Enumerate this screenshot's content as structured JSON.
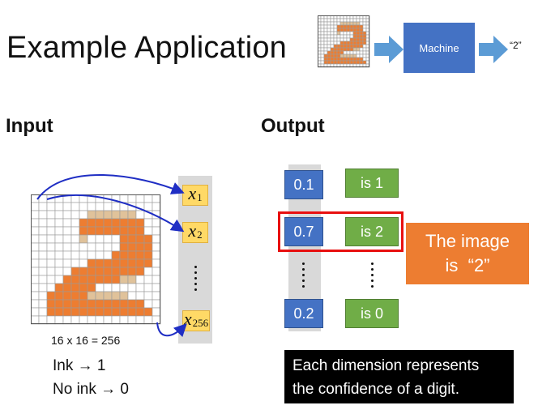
{
  "slide": {
    "title": "Example Application",
    "input_heading": "Input",
    "output_heading": "Output"
  },
  "top_diagram": {
    "machine_label": "Machine",
    "result": "“2”"
  },
  "input": {
    "grid_caption": "16 x 16 = 256",
    "ink_rule": "Ink → 1",
    "no_ink_rule": "No ink → 0",
    "vector": [
      {
        "symbol": "x",
        "subscript": "1"
      },
      {
        "symbol": "x",
        "subscript": "2"
      },
      {
        "symbol": "x",
        "subscript": "256"
      }
    ]
  },
  "output": {
    "rows": [
      {
        "value": "0.1",
        "label": "is 1"
      },
      {
        "value": "0.7",
        "label": "is 2"
      },
      {
        "value": "0.2",
        "label": "is 0"
      }
    ],
    "highlight_text_line1": "The image",
    "highlight_text_line2": "is  “2”",
    "caption_line1": "Each dimension represents",
    "caption_line2": "the confidence of a digit."
  },
  "colors": {
    "ink": "#ed7d31",
    "partial_ink": "#e0c29a",
    "blue": "#4472c4",
    "green": "#70ad47",
    "highlight_border": "#e81010",
    "vector_cell": "#ffd966",
    "arrow": "#5b9bd5",
    "curve": "#1f2ec4"
  },
  "icons": [
    "right-arrow-icon",
    "vertical-ellipsis-icon",
    "curved-arrow-icon"
  ]
}
